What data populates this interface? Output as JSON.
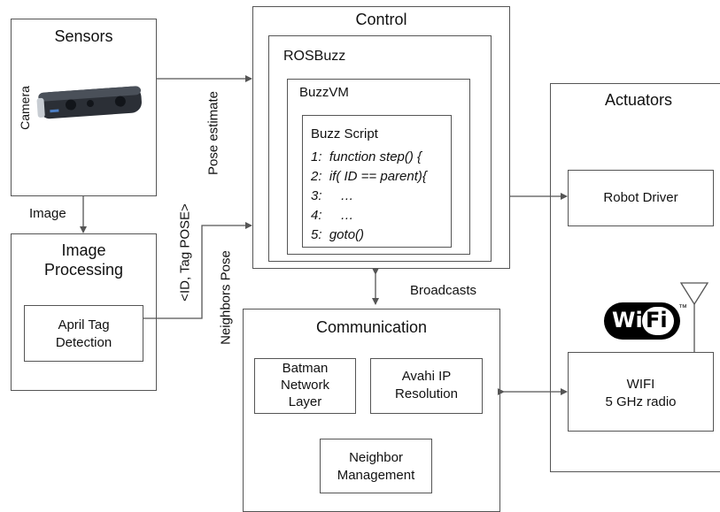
{
  "sensors": {
    "title": "Sensors",
    "camera_label": "Camera"
  },
  "image_processing": {
    "title_line1": "Image",
    "title_line2": "Processing"
  },
  "april_tag": {
    "line1": "April Tag",
    "line2": "Detection"
  },
  "control": {
    "title": "Control"
  },
  "rosbuzz": {
    "title": "ROSBuzz"
  },
  "buzzvm": {
    "title": "BuzzVM"
  },
  "buzz_script": {
    "title": "Buzz Script",
    "lines": [
      "1:  function step() {",
      "2:  if( ID == parent){",
      "3:     …",
      "4:     …",
      "5:  goto()"
    ]
  },
  "actuators": {
    "title": "Actuators"
  },
  "robot_driver": {
    "label": "Robot Driver"
  },
  "wifi_radio": {
    "line1": "WIFI",
    "line2": "5 GHz radio"
  },
  "wifi_logo": {
    "left": "Wi",
    "right": "Fi",
    "tm": "™"
  },
  "communication": {
    "title": "Communication"
  },
  "batman": {
    "line1": "Batman",
    "line2": "Network",
    "line3": "Layer"
  },
  "avahi": {
    "line1": "Avahi IP",
    "line2": "Resolution"
  },
  "neighbor_mgmt": {
    "line1": "Neighbor",
    "line2": "Management"
  },
  "edge_labels": {
    "image": "Image",
    "pose_estimate": "Pose estimate",
    "id_tag_pose": "<ID, Tag POSE>",
    "neighbors_pose": "Neighbors Pose",
    "broadcasts": "Broadcasts"
  },
  "colors": {
    "border": "#555555",
    "arrow": "#555555",
    "camera_body": "#2b2f36"
  }
}
